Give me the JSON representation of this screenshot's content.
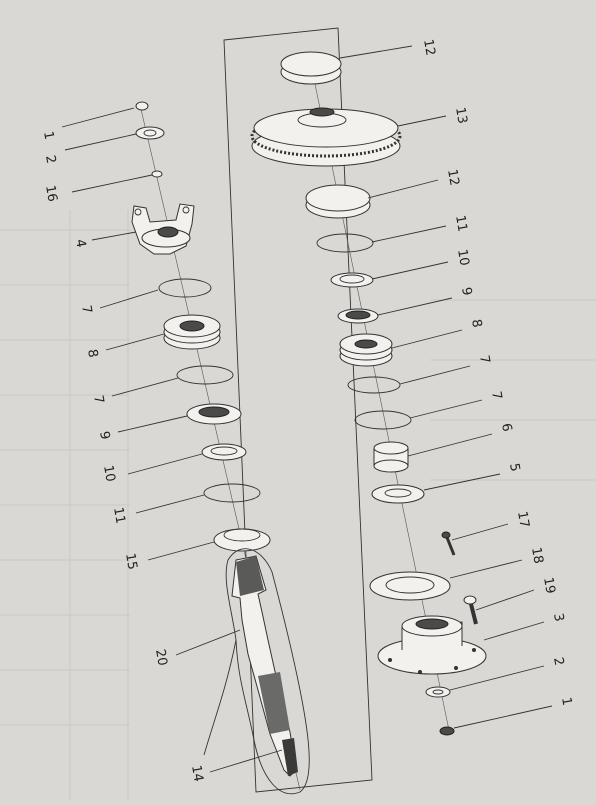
{
  "diagram": {
    "left_column_labels": [
      "1",
      "2",
      "16",
      "4",
      "7",
      "8",
      "7",
      "9",
      "10",
      "11",
      "15",
      "20",
      "14"
    ],
    "right_column_labels": [
      "12",
      "13",
      "12",
      "11",
      "10",
      "9",
      "8",
      "7",
      "7",
      "6",
      "5",
      "17",
      "18",
      "19",
      "3",
      "2",
      "1"
    ]
  },
  "colors": {
    "paper": "#d9d8d4",
    "ink": "#333333",
    "part_fill": "#f2f1ee"
  }
}
